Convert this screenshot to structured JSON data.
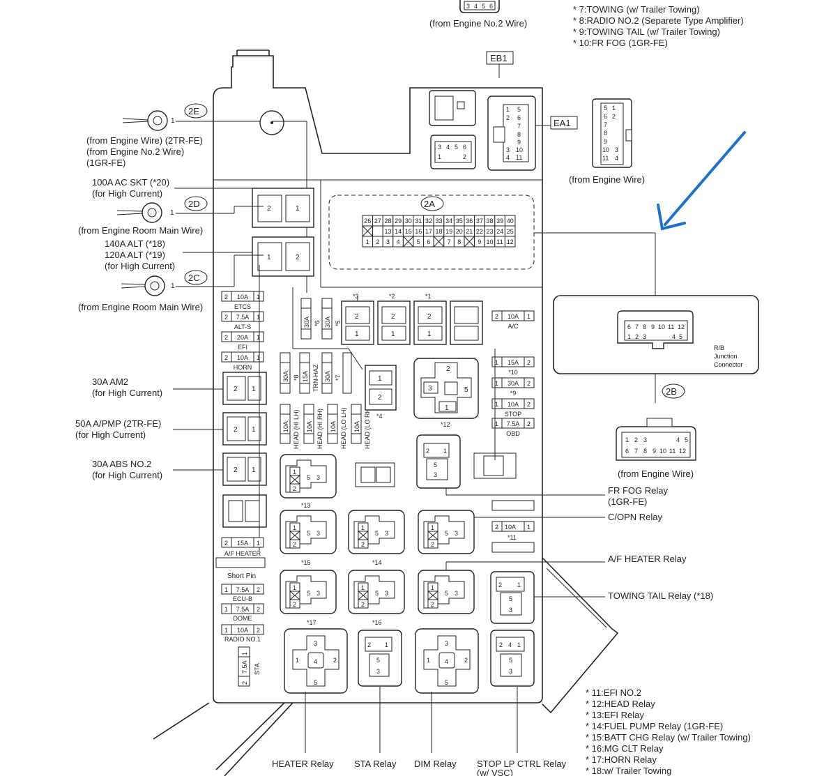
{
  "top_notes": [
    "* 7:TOWING (w/ Trailer Towing)",
    "* 8:RADIO NO.2 (Separete Type Amplifier)",
    "* 9:TOWING TAIL (w/ Trailer Towing)",
    "* 10:FR FOG (1GR-FE)"
  ],
  "bottom_notes": [
    "* 11:EFI NO.2",
    "* 12:HEAD Relay",
    "* 13:EFI Relay",
    "* 14:FUEL PUMP Relay (1GR-FE)",
    "* 15:BATT CHG Relay (w/ Trailer Towing)",
    "* 16:MG CLT Relay",
    "* 17:HORN Relay",
    "* 18:w/ Trailer Towing"
  ],
  "connectors": {
    "eb1": "EB1",
    "ea1": "EA1",
    "c2a": "2A",
    "c2b": "2B",
    "c2c": "2C",
    "c2d": "2D",
    "c2e": "2E",
    "from_engine_no2": "(from Engine No.2 Wire)",
    "from_engine_wire_ea1": "(from Engine Wire)",
    "from_engine_wire_2b": "(from Engine Wire)",
    "rb_junction": [
      "R/B",
      "Junction",
      "Connector"
    ]
  },
  "left_labels": {
    "e2": [
      "(from Engine Wire) (2TR-FE)",
      "(from Engine No.2 Wire)",
      "(1GR-FE)"
    ],
    "ac_skt": [
      "100A AC SKT (*20)",
      "(for High Current)"
    ],
    "d2": "(from Engine Room Main Wire)",
    "alt": [
      "140A ALT (*18)",
      "120A ALT (*19)",
      "(for High Current)"
    ],
    "c2": "(from Engine Room Main Wire)",
    "am2": [
      "30A AM2",
      "(for High Current)"
    ],
    "apmp": [
      "50A A/PMP (2TR-FE)",
      "(for High Current)"
    ],
    "abs": [
      "30A ABS NO.2",
      "(for High Current)"
    ]
  },
  "right_labels": {
    "fr_fog": [
      "FR FOG Relay",
      "(1GR-FE)"
    ],
    "copn": "C/OPN Relay",
    "af_heater": "A/F HEATER Relay",
    "towing_tail": "TOWING TAIL Relay (*18)"
  },
  "bottom_labels": {
    "heater": "HEATER Relay",
    "sta": "STA Relay",
    "dim": "DIM Relay",
    "stop_lp": "STOP LP CTRL Relay",
    "stop_lp_sub": "(w/ VSC)"
  },
  "left_fuses": [
    {
      "amp": "10A",
      "name": "ETCS"
    },
    {
      "amp": "7.5A",
      "name": "ALT-S"
    },
    {
      "amp": "20A",
      "name": "EFI"
    },
    {
      "amp": "10A",
      "name": "HORN"
    }
  ],
  "right_fuses": [
    {
      "amp": "10A",
      "name": "A/C"
    },
    {
      "amp": "15A",
      "name": "*10"
    },
    {
      "amp": "30A",
      "name": "*9"
    },
    {
      "amp": "10A",
      "name": "STOP"
    },
    {
      "amp": "7.5A",
      "name": "OBD"
    }
  ],
  "low_fuses": [
    {
      "amp": "15A",
      "name": "A/F HEATER"
    },
    {
      "amp": "7.5A",
      "name": "ECU-B"
    },
    {
      "amp": "7.5A",
      "name": "DOME"
    },
    {
      "amp": "10A",
      "name": "RADIO NO.1"
    }
  ],
  "short_pin": "Short Pin",
  "sta_fuse": {
    "amp": "7.5A",
    "name": "STA"
  },
  "vert_fuses": [
    {
      "amp": "30A",
      "tag": "*6"
    },
    {
      "amp": "30A",
      "tag": "*5"
    },
    {
      "amp": "30A",
      "tag": "*8"
    },
    {
      "amp": "15A",
      "tag": "TRN-HAZ"
    },
    {
      "amp": "30A",
      "tag": "*7"
    }
  ],
  "head_fuses": [
    {
      "amp": "10A",
      "name": "HEAD (HI LH)"
    },
    {
      "amp": "10A",
      "name": "HEAD (HI RH)"
    },
    {
      "amp": "10A",
      "name": "HEAD (LO LH)"
    },
    {
      "amp": "10A",
      "name": "HEAD (LO RH)"
    }
  ],
  "ref_tags": {
    "r1": "*1",
    "r2": "*2",
    "r3": "*3",
    "r4": "*4",
    "r11": "*11",
    "r12": "*12",
    "r13": "*13",
    "r14": "*14",
    "r15": "*15",
    "r16": "*16",
    "r17": "*17"
  },
  "amp_2a_10a": "10A"
}
